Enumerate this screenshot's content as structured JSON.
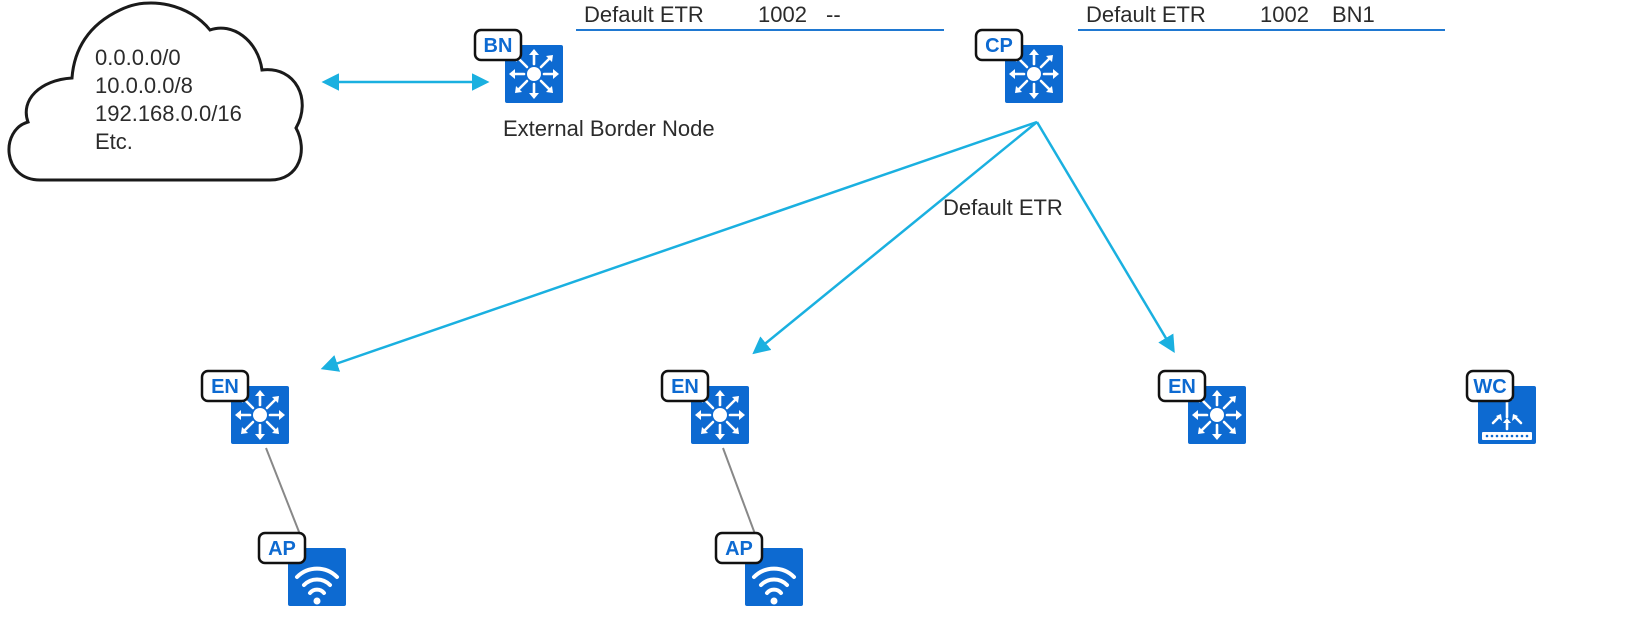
{
  "colors": {
    "device_blue": "#0d6ad1",
    "link_cyan": "#1ab0e0",
    "wire_gray": "#888888"
  },
  "cloud": {
    "routes": [
      "0.0.0.0/0",
      "10.0.0.0/8",
      "192.168.0.0/16",
      "Etc."
    ]
  },
  "tables": {
    "border": {
      "eid": "Default ETR",
      "instance": "1002",
      "rloc": "--"
    },
    "control_plane": {
      "eid": "Default ETR",
      "instance": "1002",
      "rloc": "BN1"
    }
  },
  "labels": {
    "border_caption": "External Border Node",
    "map_reply": "Default ETR"
  },
  "devices": {
    "bn": {
      "badge": "BN",
      "icon": "switch-icon"
    },
    "cp": {
      "badge": "CP",
      "icon": "switch-icon"
    },
    "en1": {
      "badge": "EN",
      "icon": "switch-icon"
    },
    "en2": {
      "badge": "EN",
      "icon": "switch-icon"
    },
    "en3": {
      "badge": "EN",
      "icon": "switch-icon"
    },
    "wc": {
      "badge": "WC",
      "icon": "wireless-controller-icon"
    },
    "ap1": {
      "badge": "AP",
      "icon": "wifi-icon"
    },
    "ap2": {
      "badge": "AP",
      "icon": "wifi-icon"
    }
  }
}
